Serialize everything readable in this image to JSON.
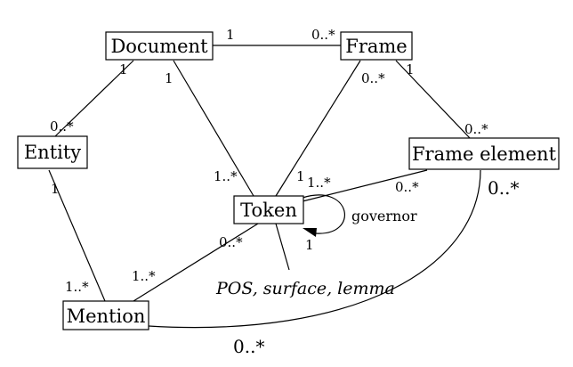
{
  "entities": {
    "document": "Document",
    "frame": "Frame",
    "entity": "Entity",
    "frame_element": "Frame element",
    "token": "Token",
    "mention": "Mention"
  },
  "multiplicities": {
    "doc_frame_doc": "1",
    "doc_frame_frame": "0..*",
    "doc_entity_doc": "1",
    "doc_entity_entity": "0..*",
    "doc_token_doc": "1",
    "doc_token_token": "1..*",
    "frame_token_frame": "0..*",
    "frame_token_token": "1",
    "frame_fe_frame": "1",
    "frame_fe_fe": "0..*",
    "fe_token_token": "1..*",
    "fe_token_fe": "0..*",
    "entity_mention_entity": "1",
    "entity_mention_mention": "1..*",
    "token_mention_token": "0..*",
    "token_mention_mention": "1..*",
    "governor_mult": "1",
    "fe_mention_fe": "0..*",
    "fe_mention_mention": "0..*"
  },
  "labels": {
    "governor": "governor",
    "token_attributes": "POS, surface, lemma"
  }
}
